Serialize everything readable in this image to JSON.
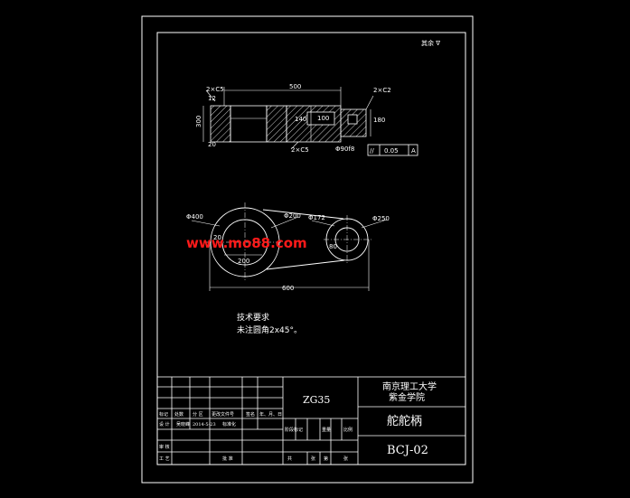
{
  "corner_note": "其余 ∇",
  "section_view": {
    "chamfer_left": "2×C5",
    "chamfer_right": "2×C2",
    "chamfer_bottom": "2×C5",
    "length": "500",
    "height_left": "300",
    "hole_dim": "140",
    "small_dim": "12",
    "step_dim": "100",
    "small_dim2": "20",
    "right_height": "180",
    "diam_bottom": "Φ90f8",
    "tolerance_symbol": "//",
    "tolerance_value": "0.05",
    "datum": "A"
  },
  "plan_view": {
    "d400": "Φ400",
    "d200": "Φ200",
    "d172": "Φ172",
    "d250": "Φ250",
    "r20": "20",
    "r80": "80",
    "r200": "200",
    "length": "600"
  },
  "watermark": "www.mo88.com",
  "tech_req": {
    "title": "技术要求",
    "line1": "未注圆角2x45°。"
  },
  "title_block": {
    "material": "ZG35",
    "school_line1": "南京理工大学",
    "school_line2": "紫金学院",
    "part_name": "舵舵柄",
    "drawing_no": "BCJ-02",
    "rev_headers": [
      "标记",
      "处数",
      "分 区",
      "更改文件号",
      "签名",
      "年、月、日"
    ],
    "design_row": [
      "设 计",
      "吴晓峰",
      "2014-5-23",
      "标准化"
    ],
    "scale_headers": [
      "阶段标记",
      "重量",
      "比例"
    ],
    "review": "审 核",
    "process": "工 艺",
    "approve": "批 准",
    "sheet_cells": [
      "共",
      "张",
      "第",
      "张"
    ]
  }
}
